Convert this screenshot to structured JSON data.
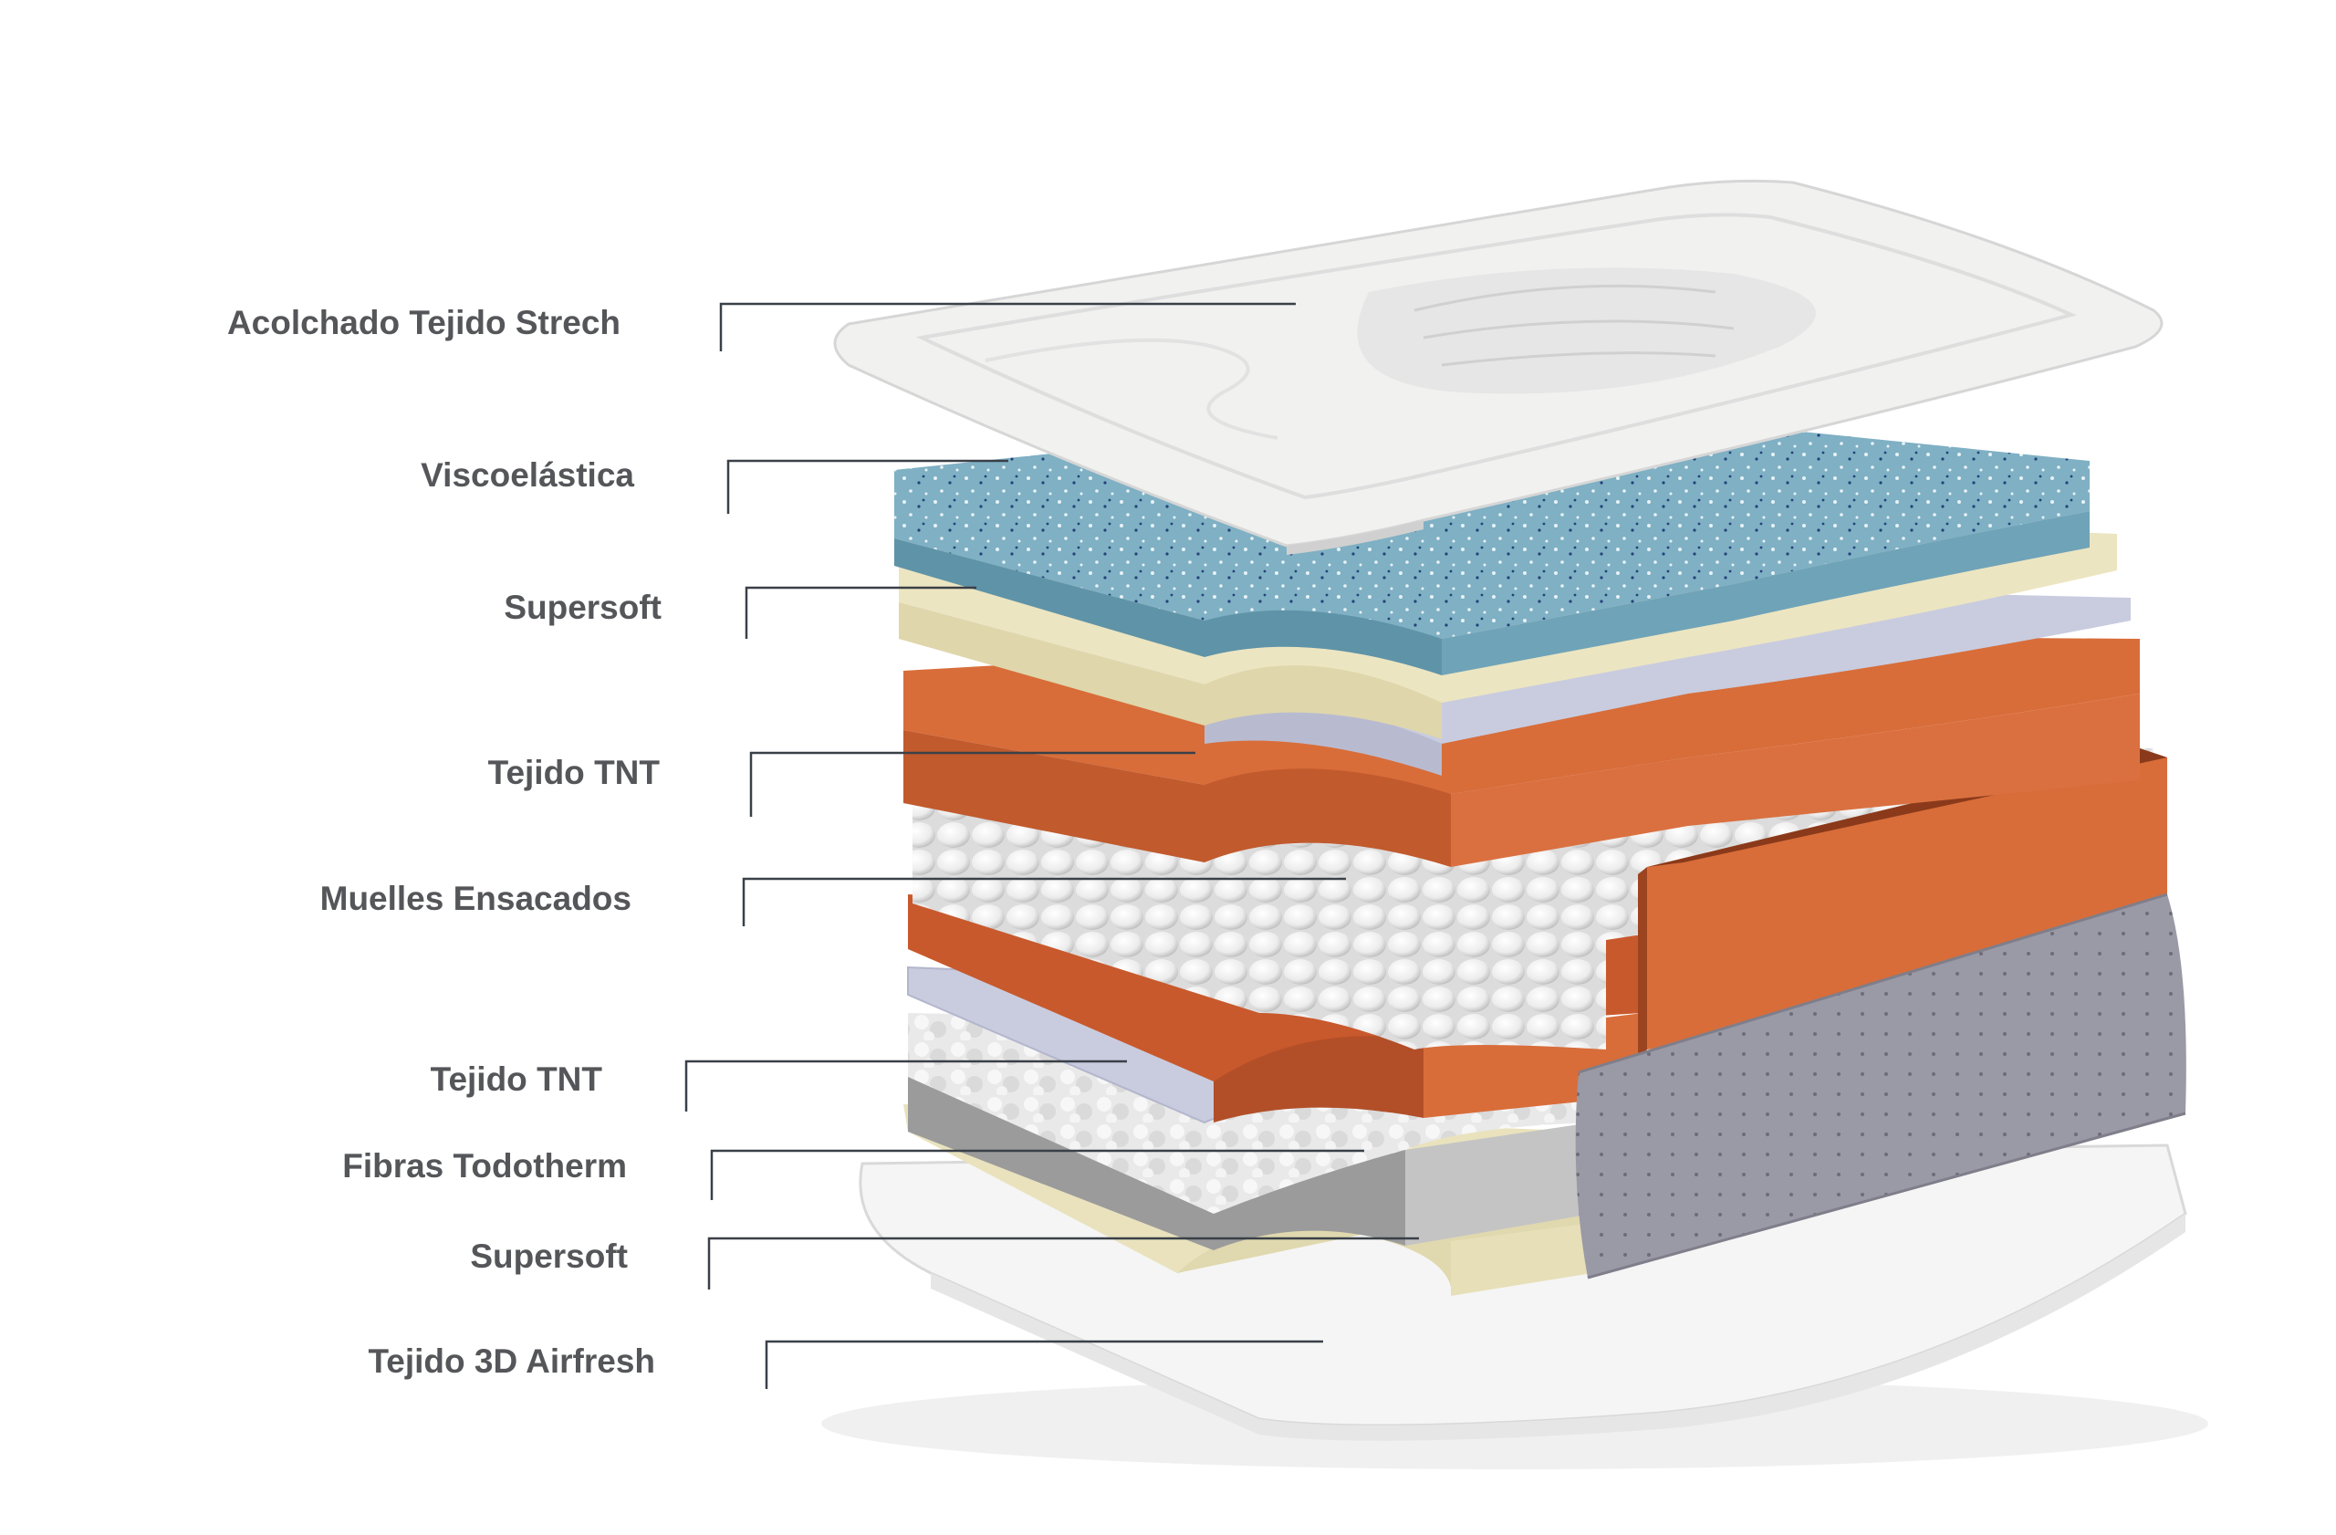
{
  "diagram": {
    "layers": [
      {
        "id": "acolchado",
        "label": "Acolchado Tejido Strech"
      },
      {
        "id": "visco",
        "label": "Viscoelástica"
      },
      {
        "id": "supersoft-top",
        "label": "Supersoft"
      },
      {
        "id": "tnt-top",
        "label": "Tejido TNT"
      },
      {
        "id": "muelles",
        "label": "Muelles Ensacados"
      },
      {
        "id": "tnt-bottom",
        "label": "Tejido TNT"
      },
      {
        "id": "fibras",
        "label": "Fibras Todotherm"
      },
      {
        "id": "supersoft-bottom",
        "label": "Supersoft"
      },
      {
        "id": "airfresh",
        "label": "Tejido 3D Airfresh"
      }
    ],
    "colors": {
      "label_text": "#555659",
      "leader_line": "#3a4048",
      "quilt": "#f1f1f0",
      "visco": "#7fb0c4",
      "supersoft": "#e9e2bd",
      "tnt": "#c9ccdf",
      "foam_orange": "#d86d3a",
      "springs": "#f4f4f4",
      "fibres": "#b9b9b9",
      "side_fabric": "#9a99a6",
      "base": "#f5f5f5"
    }
  }
}
